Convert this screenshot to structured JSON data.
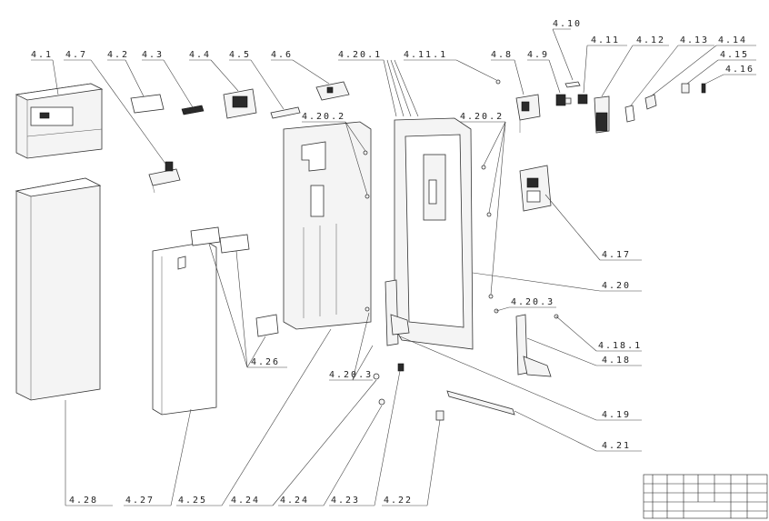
{
  "labels": [
    {
      "id": "4.1",
      "text": "4.1"
    },
    {
      "id": "4.7",
      "text": "4.7"
    },
    {
      "id": "4.2",
      "text": "4.2"
    },
    {
      "id": "4.3",
      "text": "4.3"
    },
    {
      "id": "4.4",
      "text": "4.4"
    },
    {
      "id": "4.5",
      "text": "4.5"
    },
    {
      "id": "4.6",
      "text": "4.6"
    },
    {
      "id": "4.20.1",
      "text": "4.20.1"
    },
    {
      "id": "4.11.1",
      "text": "4.11.1"
    },
    {
      "id": "4.8",
      "text": "4.8"
    },
    {
      "id": "4.9",
      "text": "4.9"
    },
    {
      "id": "4.10",
      "text": "4.10"
    },
    {
      "id": "4.11",
      "text": "4.11"
    },
    {
      "id": "4.12",
      "text": "4.12"
    },
    {
      "id": "4.13",
      "text": "4.13"
    },
    {
      "id": "4.14",
      "text": "4.14"
    },
    {
      "id": "4.15",
      "text": "4.15"
    },
    {
      "id": "4.16",
      "text": "4.16"
    },
    {
      "id": "4.20.2a",
      "text": "4.20.2"
    },
    {
      "id": "4.20.2b",
      "text": "4.20.2"
    },
    {
      "id": "4.17",
      "text": "4.17"
    },
    {
      "id": "4.20",
      "text": "4.20"
    },
    {
      "id": "4.20.3a",
      "text": "4.20.3"
    },
    {
      "id": "4.18.1",
      "text": "4.18.1"
    },
    {
      "id": "4.18",
      "text": "4.18"
    },
    {
      "id": "4.26",
      "text": "4.26"
    },
    {
      "id": "4.20.3b",
      "text": "4.20.3"
    },
    {
      "id": "4.19",
      "text": "4.19"
    },
    {
      "id": "4.21",
      "text": "4.21"
    },
    {
      "id": "4.28",
      "text": "4.28"
    },
    {
      "id": "4.27",
      "text": "4.27"
    },
    {
      "id": "4.25",
      "text": "4.25"
    },
    {
      "id": "4.24a",
      "text": "4.24"
    },
    {
      "id": "4.24b",
      "text": "4.24"
    },
    {
      "id": "4.23",
      "text": "4.23"
    },
    {
      "id": "4.22",
      "text": "4.22"
    }
  ]
}
